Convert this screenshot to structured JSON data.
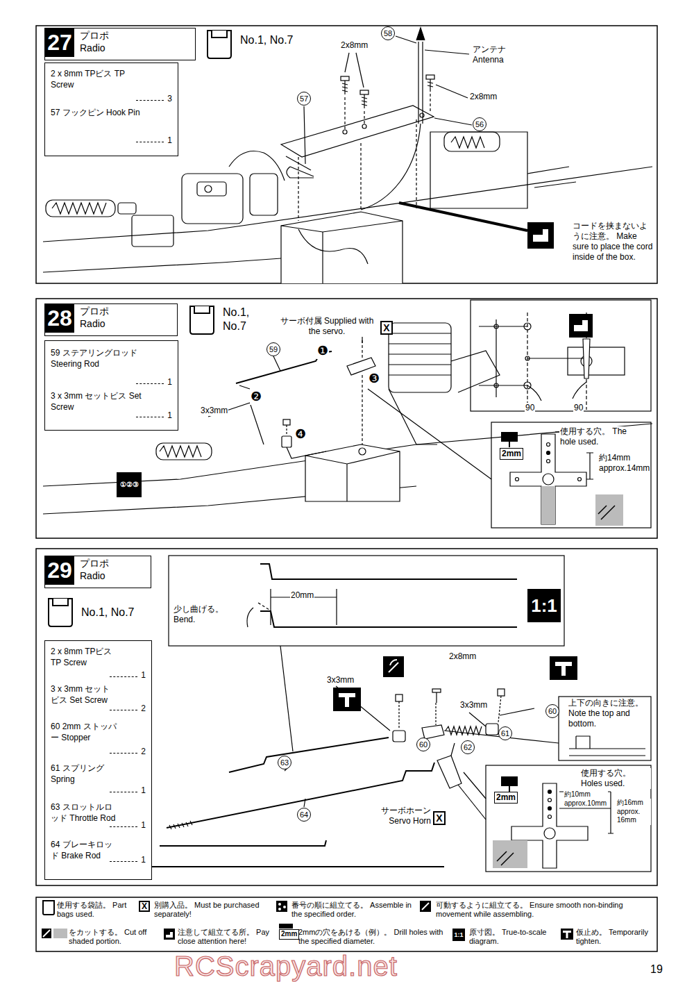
{
  "diagram": {
    "nodes": [
      {
        "text": [
          "27",
          "プロポ Radio"
        ]
      },
      {
        "text": [
          "2 x 8mm TPビス TP Screw",
          "3",
          "57 フックピン Hook Pin",
          "1"
        ]
      },
      {
        "text": [
          "28",
          "プロポ Radio"
        ]
      },
      {
        "text": [
          "59 ステアリングロッド Steering Rod",
          "1",
          "3 x 3mm セットビス Set Screw",
          "1"
        ]
      },
      {
        "text": [
          "29",
          "プロポ Radio"
        ]
      },
      {
        "text": [
          "2 x 8mm TPビス TP Screw",
          "1",
          "3 x 3mm セットビス Set Screw",
          "2",
          "60 2mm ストッパー Stopper",
          "2",
          "61 スプリング Spring",
          "1",
          "63 スロットルロッド Throttle Rod",
          "1",
          "64 ブレーキロッド Brake Rod",
          "1"
        ]
      }
    ],
    "labels": [
      "No.1, No.7",
      "58",
      "2x8mm",
      "57",
      "アンテナ Antenna",
      "2x8mm",
      "56",
      "コードを挟まないように注意。 Make sure to place the cord inside of the box.",
      "No.1, No.7",
      "サーボ付属 Supplied with the servo.",
      "X",
      "59",
      "❶",
      "❷",
      "❸",
      "❹",
      "3x3mm",
      "90",
      "90",
      "使用する穴。 The hole used.",
      "2mm",
      "約14mm approx.14mm",
      "①②③",
      "No.1, No.7",
      "少し曲げる。 Bend.",
      "20mm",
      "1:1",
      "2x8mm",
      "3x3mm",
      "3x3mm",
      "61",
      "60",
      "上下の向きに注意。 Note the top and bottom.",
      "60",
      "62",
      "63",
      "64",
      "使用する穴。 Holes used.",
      "約10mm approx.10mm",
      "約16mm approx. 16mm",
      "2mm",
      "サーボホーン Servo Horn",
      "X",
      "X",
      "2mm",
      "1:1",
      "RCScrapyard.net",
      "19"
    ],
    "legend": [
      {
        "text": "使用する袋詰。 Part bags used."
      },
      {
        "text": "別購入品。 Must be purchased separately!"
      },
      {
        "text": "番号の順に組立てる。 Assemble in the specified order."
      },
      {
        "text": "可動するように組立てる。 Ensure smooth non-binding movement while assembling."
      },
      {
        "text": "をカットする。 Cut off shaded portion."
      },
      {
        "text": "注意して組立てる所。 Pay close attention here!"
      },
      {
        "text": "2mmの穴をあける（例）。 Drill holes with the specified diameter."
      },
      {
        "text": "原寸図。 True-to-scale diagram."
      },
      {
        "text": "仮止め。 Temporarily tighten."
      }
    ]
  }
}
